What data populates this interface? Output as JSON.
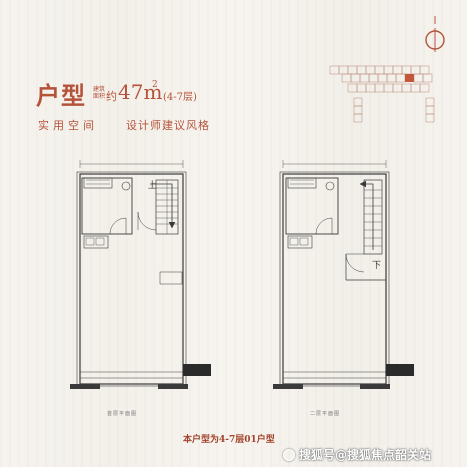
{
  "header": {
    "title_main": "户型",
    "title_note": "建筑面积",
    "title_yue": "约",
    "title_area": "47m",
    "title_sup": "2",
    "title_floors": "(4-7层)",
    "subtitle_left": "实用空间",
    "subtitle_right": "设计师建议风格"
  },
  "plans": {
    "first_floor_label": "首层平面图",
    "second_floor_label": "二层平面图",
    "stair_up": "上",
    "stair_down": "下"
  },
  "footer": {
    "note": "本户型为4-7层01户型"
  },
  "watermark": {
    "text": "搜狐号@搜狐焦点韶关站"
  },
  "colors": {
    "accent": "#b5533a",
    "footer_text": "#a2432c",
    "wall": "#3a3a3a",
    "highlight_unit": "#c4563b"
  }
}
